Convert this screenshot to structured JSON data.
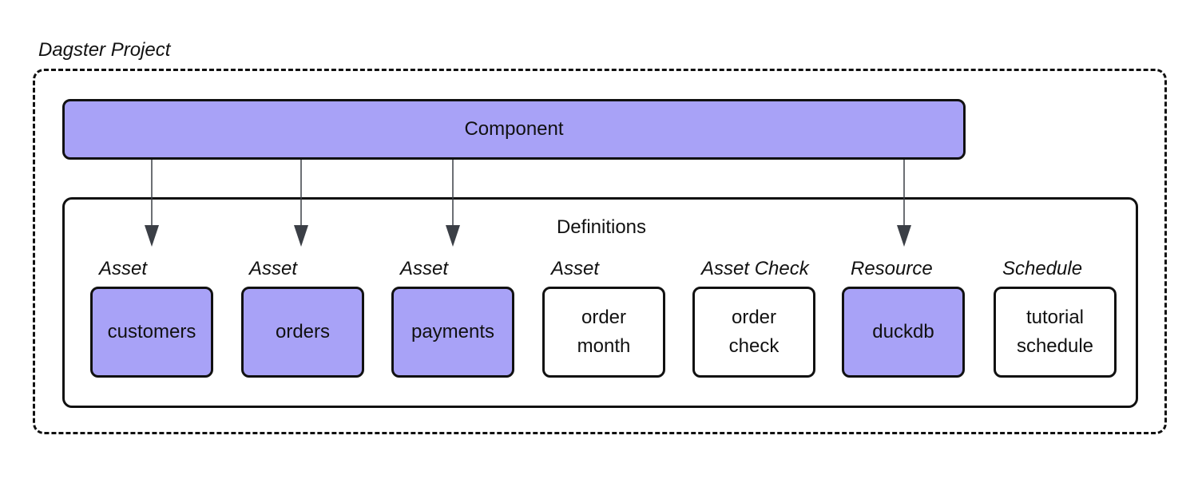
{
  "project": {
    "label": "Dagster Project"
  },
  "component": {
    "label": "Component"
  },
  "definitions": {
    "title": "Definitions",
    "items": [
      {
        "type": "Asset",
        "name": "customers",
        "highlighted": true
      },
      {
        "type": "Asset",
        "name": "orders",
        "highlighted": true
      },
      {
        "type": "Asset",
        "name": "payments",
        "highlighted": true
      },
      {
        "type": "Asset",
        "name": "order month",
        "highlighted": false
      },
      {
        "type": "Asset Check",
        "name": "order check",
        "highlighted": false
      },
      {
        "type": "Resource",
        "name": "duckdb",
        "highlighted": true
      },
      {
        "type": "Schedule",
        "name": "tutorial schedule",
        "highlighted": false
      }
    ]
  },
  "edges": [
    {
      "from": "Component",
      "to": "customers"
    },
    {
      "from": "Component",
      "to": "orders"
    },
    {
      "from": "Component",
      "to": "payments"
    },
    {
      "from": "Component",
      "to": "duckdb"
    }
  ],
  "colors": {
    "component_fill": "#a8a2f7",
    "highlight_fill": "#a8a2f7",
    "plain_fill": "#ffffff",
    "stroke": "#111111",
    "arrow": "#3b3f46"
  }
}
